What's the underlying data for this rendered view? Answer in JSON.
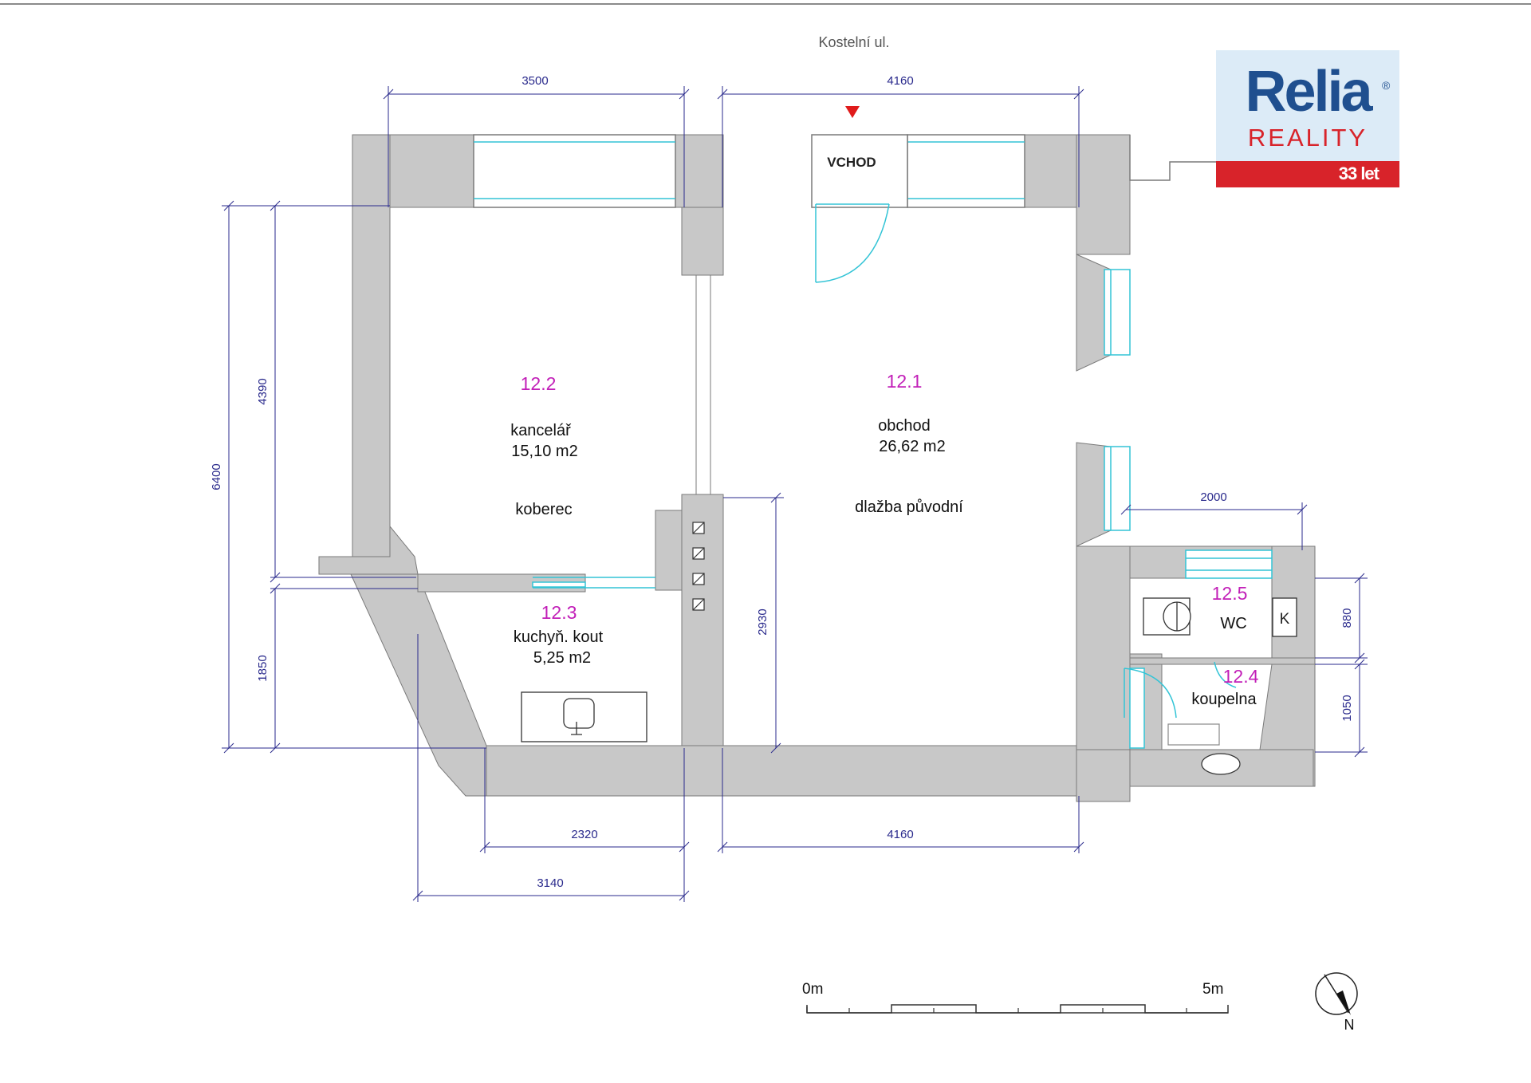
{
  "street": "Kostelní ul.",
  "entrance": "VCHOD",
  "logo": {
    "brand": "Relia",
    "sub": "REALITY",
    "years": "33 let"
  },
  "rooms": {
    "r121": {
      "number": "12.1",
      "name": "obchod",
      "area": "26,62 m2",
      "floor": "dlažba původní"
    },
    "r122": {
      "number": "12.2",
      "name": "kancelář",
      "area": "15,10 m2",
      "floor": "koberec"
    },
    "r123": {
      "number": "12.3",
      "name": "kuchyň. kout",
      "area": "5,25 m2"
    },
    "r124": {
      "number": "12.4",
      "name": "koupelna"
    },
    "r125": {
      "number": "12.5",
      "name": "WC",
      "boiler": "K"
    }
  },
  "dims": {
    "top_left": "3500",
    "top_right": "4160",
    "left_total": "6400",
    "left_upper": "4390",
    "left_lower": "1850",
    "inner": "2930",
    "bottom_right": "4160",
    "bottom_mid": "2320",
    "bottom_left": "3140",
    "wc_width": "2000",
    "wc_depth": "880",
    "bath_depth": "1050"
  },
  "scale": {
    "start": "0m",
    "end": "5m"
  },
  "north": "N",
  "colors": {
    "wall": "#c8c8c8",
    "dimension": "#2a2a8c",
    "room_number": "#c21fb8",
    "window": "#33c4d6",
    "brand_blue": "#1f4f8f",
    "brand_red": "#d8232a"
  }
}
